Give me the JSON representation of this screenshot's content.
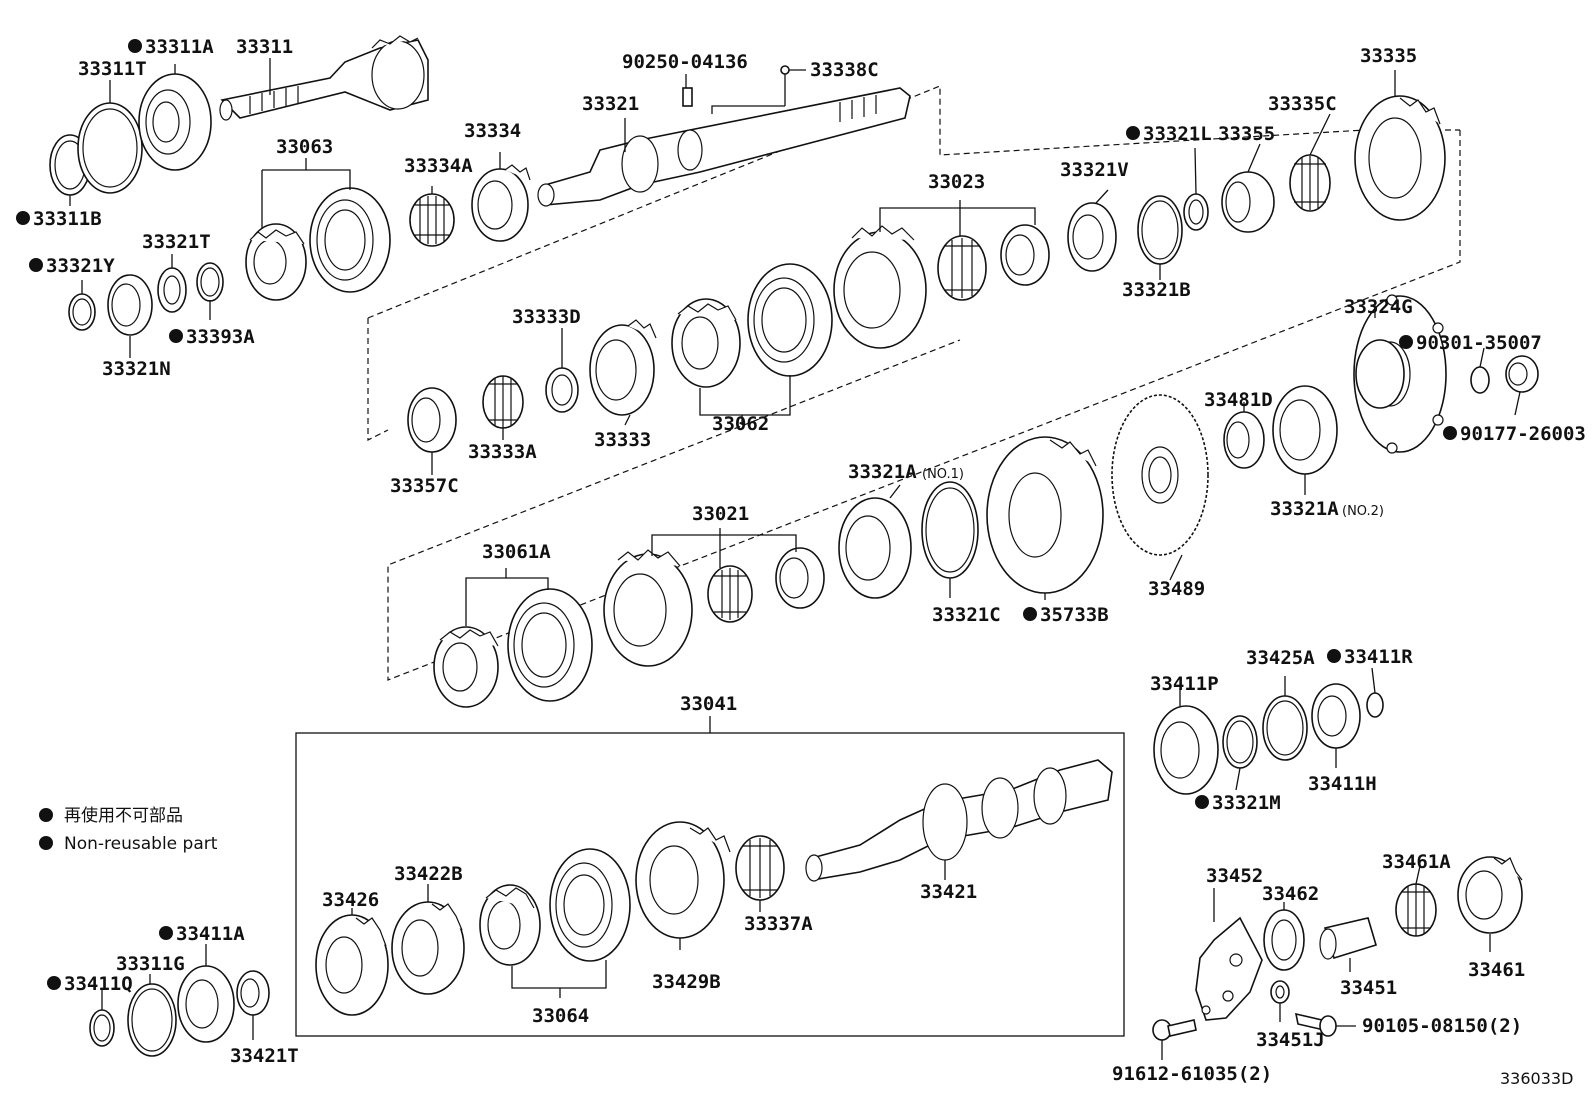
{
  "legend": {
    "ja": "再使用不可部品",
    "en": "Non-reusable part"
  },
  "ref_code": "336033D",
  "group_label": "33041",
  "parts": {
    "p33311A": "33311A",
    "p33311": "33311",
    "p33311T": "33311T",
    "p33311B": "33311B",
    "p33321T": "33321T",
    "p33321Y": "33321Y",
    "p33393A": "33393A",
    "p33321N": "33321N",
    "p33063": "33063",
    "p33334A": "33334A",
    "p33334": "33334",
    "p33321": "33321",
    "p90250": "90250-04136",
    "p33338C": "33338C",
    "p33335": "33335",
    "p33335C": "33335C",
    "p33321L": "33321L",
    "p33355": "33355",
    "p33321V": "33321V",
    "p33023": "33023",
    "p33321B": "33321B",
    "p33333D": "33333D",
    "p33333": "33333",
    "p33333A": "33333A",
    "p33357C": "33357C",
    "p33062": "33062",
    "p33324G": "33324G",
    "p90301": "90301-35007",
    "p90177": "90177-26003",
    "p33481D": "33481D",
    "p33321A1": "33321A",
    "p33321A1n": "(NO.1)",
    "p33321A2": "33321A",
    "p33321A2n": "(NO.2)",
    "p33489": "33489",
    "p35733B": "35733B",
    "p33321C": "33321C",
    "p33021": "33021",
    "p33061A": "33061A",
    "p33425A": "33425A",
    "p33411R": "33411R",
    "p33411P": "33411P",
    "p33411H": "33411H",
    "p33321M": "33321M",
    "p33426": "33426",
    "p33422B": "33422B",
    "p33064": "33064",
    "p33429B": "33429B",
    "p33337A": "33337A",
    "p33421": "33421",
    "p33452": "33452",
    "p33462": "33462",
    "p33461A": "33461A",
    "p33451": "33451",
    "p33461": "33461",
    "p33451J": "33451J",
    "p90105": "90105-08150(2)",
    "p91612": "91612-61035(2)",
    "p33411A": "33411A",
    "p33311G": "33311G",
    "p33411Q": "33411Q",
    "p33421T": "33421T"
  }
}
